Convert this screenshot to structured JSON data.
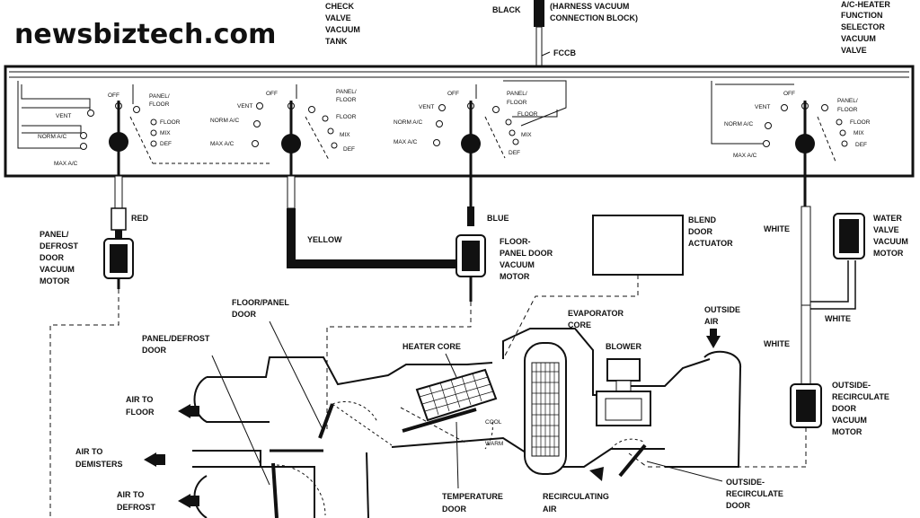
{
  "brand": "newsbiztech.com",
  "top_labels": {
    "check_valve": [
      "CHECK",
      "VALVE",
      "VACUUM",
      "TANK"
    ],
    "black": "BLACK",
    "harness": [
      "(HARNESS VACUUM",
      "CONNECTION BLOCK)"
    ],
    "fccb": "FCCB",
    "selector": [
      "A/C-HEATER",
      "FUNCTION",
      "SELECTOR",
      "VACUUM",
      "VALVE"
    ]
  },
  "panel_sections": [
    {
      "left": [
        "VENT",
        "NORM A/C",
        "MAX A/C"
      ],
      "right": [
        "OFF",
        "PANEL/",
        "FLOOR",
        "MIX",
        "DEF"
      ]
    },
    {
      "left": [
        "VENT",
        "NORM A/C",
        "MAX A/C"
      ],
      "right": [
        "OFF",
        "PANEL/",
        "FLOOR",
        "MIX",
        "DEF"
      ]
    },
    {
      "left": [
        "VENT",
        "NORM A/C",
        "MAX A/C"
      ],
      "right": [
        "OFF",
        "PANEL/",
        "FLOOR",
        "MIX",
        "DEF"
      ]
    },
    {
      "left": [
        "VENT",
        "NORM A/C",
        "MAX A/C"
      ],
      "right": [
        "OFF",
        "PANEL/",
        "FLOOR",
        "MIX",
        "DEF"
      ]
    }
  ],
  "hose_labels": {
    "red": "RED",
    "yellow": "YELLOW",
    "blue": "BLUE",
    "white1": "WHITE",
    "white2": "WHITE",
    "white3": "WHITE"
  },
  "components": {
    "panel_defrost_motor": [
      "PANEL/",
      "DEFROST",
      "DOOR",
      "VACUUM",
      "MOTOR"
    ],
    "floor_panel_motor": [
      "FLOOR-",
      "PANEL DOOR",
      "VACUUM",
      "MOTOR"
    ],
    "blend_door": [
      "BLEND",
      "DOOR",
      "ACTUATOR"
    ],
    "water_valve": [
      "WATER",
      "VALVE",
      "VACUUM",
      "MOTOR"
    ],
    "outside_recirc_motor": [
      "OUTSIDE-",
      "RECIRCULATE",
      "DOOR",
      "VACUUM",
      "MOTOR"
    ],
    "floor_panel_door": [
      "FLOOR/PANEL",
      "DOOR"
    ],
    "panel_defrost_door": [
      "PANEL/DEFROST",
      "DOOR"
    ],
    "evaporator": [
      "EVAPORATOR",
      "CORE"
    ],
    "heater_core": "HEATER CORE",
    "blower": "BLOWER",
    "outside_air": [
      "OUTSIDE",
      "AIR"
    ],
    "air_floor": [
      "AIR TO",
      "FLOOR"
    ],
    "air_demisters": [
      "AIR TO",
      "DEMISTERS"
    ],
    "air_defrost": [
      "AIR TO",
      "DEFROST"
    ],
    "temperature_door": [
      "TEMPERATURE",
      "DOOR"
    ],
    "recirculating_air": [
      "RECIRCULATING",
      "AIR"
    ],
    "outside_recirc_door": [
      "OUTSIDE-",
      "RECIRCULATE",
      "DOOR"
    ],
    "cool": "COOL",
    "warm": "WARM"
  }
}
